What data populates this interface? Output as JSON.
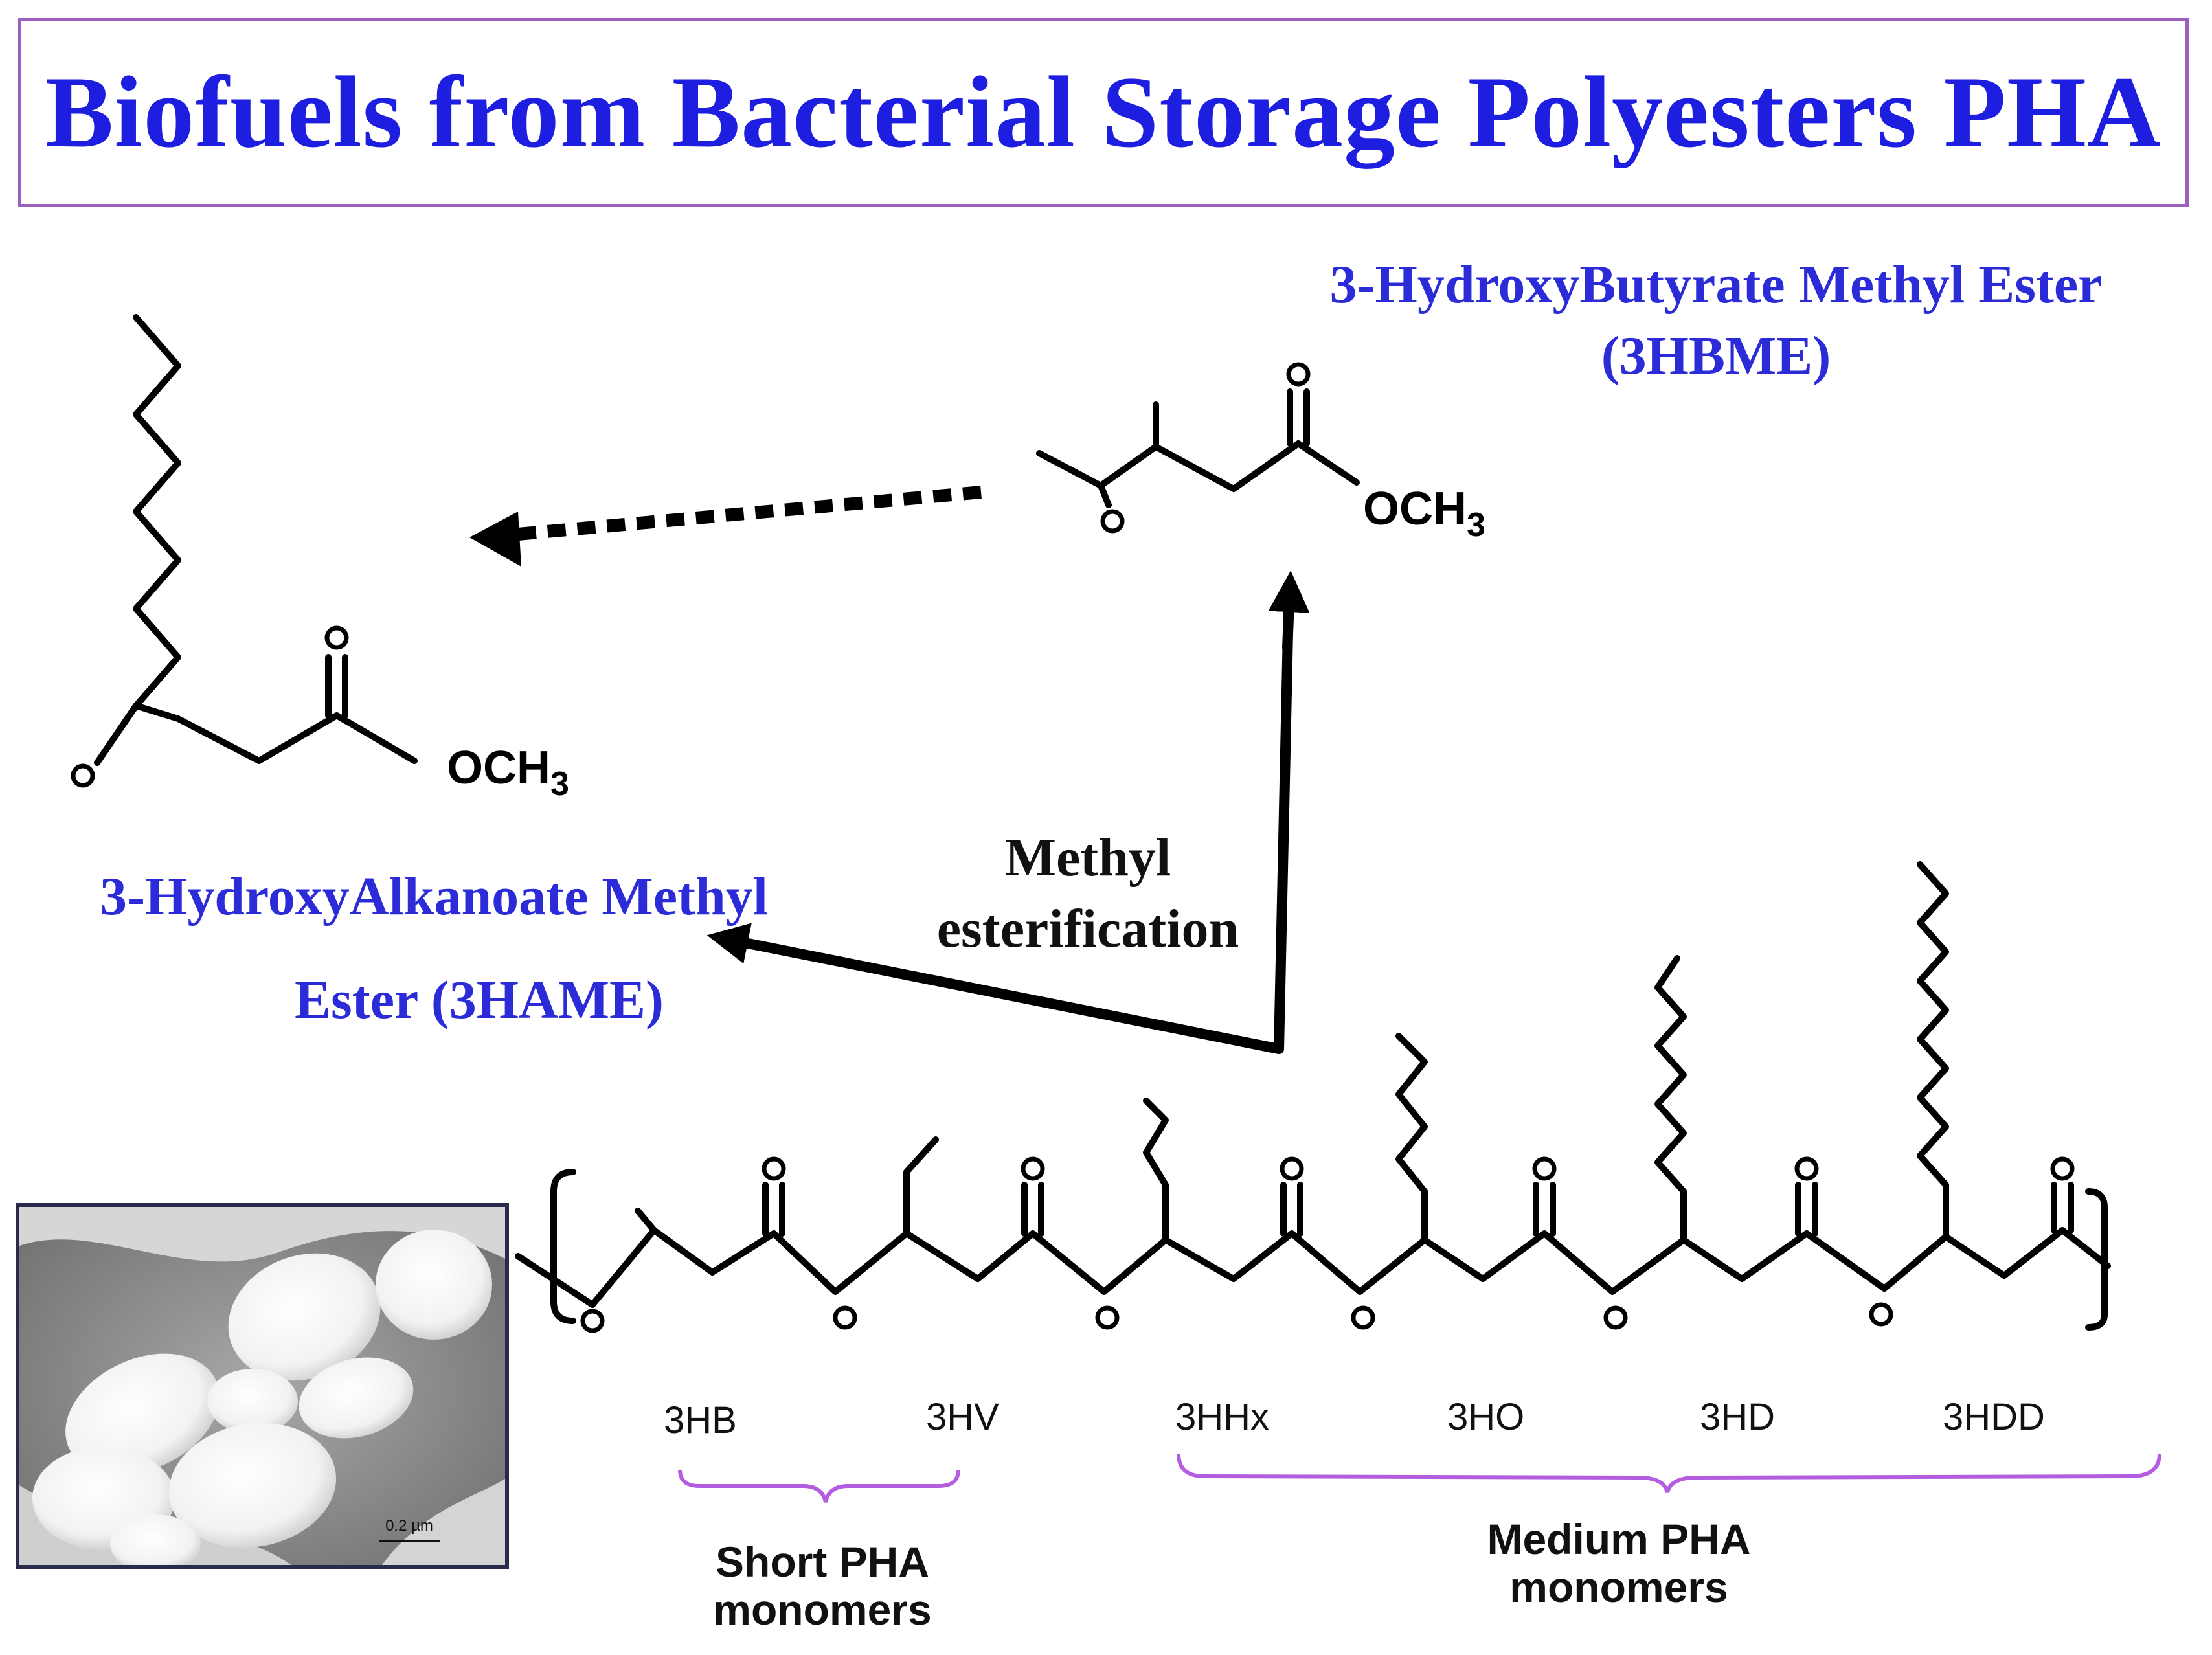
{
  "title": "Biofuels from Bacterial Storage Polyesters PHA",
  "hbme": {
    "name_line1": "3-HydroxyButyrate Methyl Ester",
    "name_line2": "(3HBME)",
    "och3": "OCH",
    "och3_sub": "3"
  },
  "hame": {
    "name_line1": "3-HydroxyAlkanoate Methyl",
    "name_line2": "Ester (3HAME)",
    "och3": "OCH",
    "och3_sub": "3"
  },
  "reaction": {
    "line1": "Methyl",
    "line2": "esterification"
  },
  "monomers": [
    "3HB",
    "3HV",
    "3HHx",
    "3HO",
    "3HD",
    "3HDD"
  ],
  "groups": {
    "short_line1": "Short PHA",
    "short_line2": "monomers",
    "medium_line1": "Medium PHA",
    "medium_line2": "monomers"
  },
  "micrograph": {
    "scale": "0.2 µm"
  },
  "colors": {
    "title": "#1e1ee0",
    "label_blue": "#2b2bd8",
    "frame": "#9b5fc0",
    "bracket": "#b45de0"
  }
}
